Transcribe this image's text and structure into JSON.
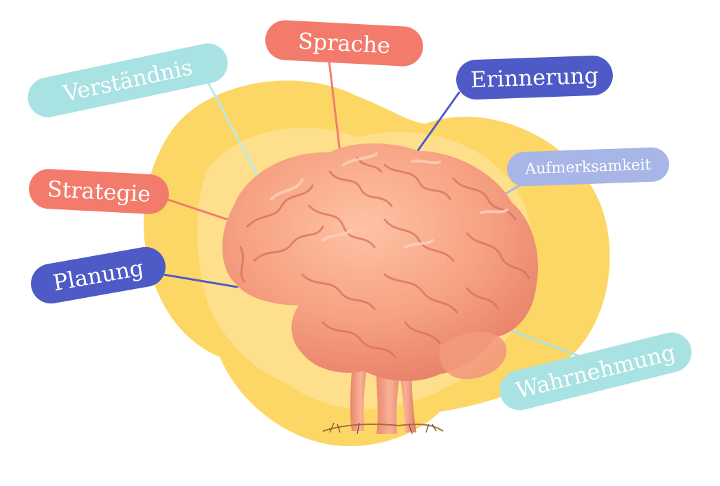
{
  "colors": {
    "coral": "#f37b6c",
    "navy": "#4e5bc6",
    "teal": "#a9e2e2",
    "periwinkle": "#a7b6e6",
    "yellow": "#fdd766",
    "yellow_light": "#fde299",
    "brain": "#f6a283"
  },
  "labels": {
    "verstaendnis": "Verständnis",
    "sprache": "Sprache",
    "erinnerung": "Erinnerung",
    "aufmerksamkeit": "Aufmerksamkeit",
    "strategie": "Strategie",
    "planung": "Planung",
    "wahrnehmung": "Wahrnehmung"
  },
  "icons": {
    "brain": "brain-icon"
  }
}
